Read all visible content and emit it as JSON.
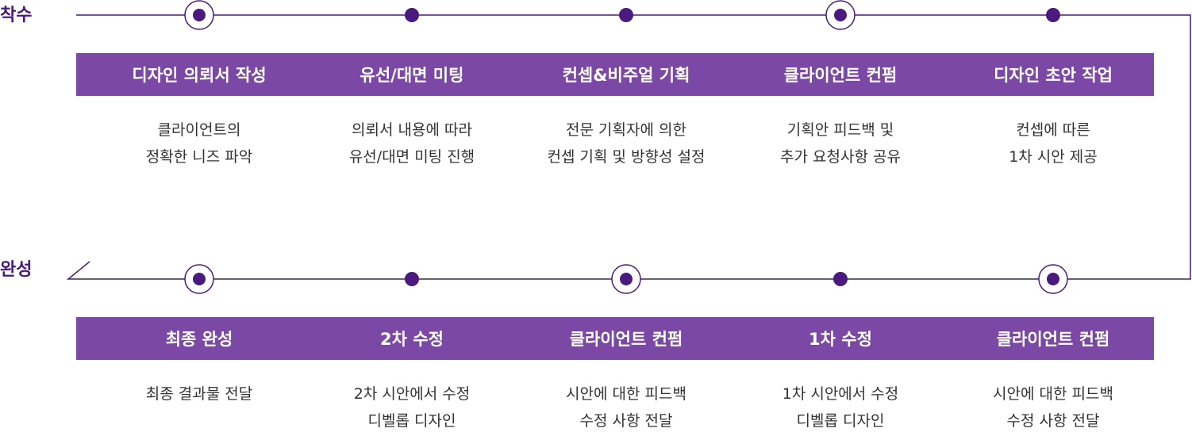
{
  "start_label": "착수",
  "end_label": "완성",
  "colors": {
    "line": "#4a1a7e",
    "bar": "#7c48a5",
    "dot": "#4a1a7e"
  },
  "row1": [
    {
      "title": "디자인 의뢰서 작성",
      "lines": [
        "클라이언트의",
        "정확한 니즈 파악"
      ],
      "node": "ring"
    },
    {
      "title": "유선/대면 미팅",
      "lines": [
        "의뢰서 내용에 따라",
        "유선/대면 미팅 진행"
      ],
      "node": "dot"
    },
    {
      "title": "컨셉&비주얼 기획",
      "lines": [
        "전문 기획자에 의한",
        "컨셉 기획 및 방향성 설정"
      ],
      "node": "dot"
    },
    {
      "title": "클라이언트 컨펌",
      "lines": [
        "기획안 피드백 및",
        "추가 요청사항 공유"
      ],
      "node": "ring"
    },
    {
      "title": "디자인 초안 작업",
      "lines": [
        "컨셉에 따른",
        "1차 시안 제공"
      ],
      "node": "dot"
    }
  ],
  "row2": [
    {
      "title": "최종 완성",
      "lines": [
        "최종 결과물 전달"
      ],
      "node": "ring"
    },
    {
      "title": "2차 수정",
      "lines": [
        "2차 시안에서 수정",
        "디벨롭 디자인"
      ],
      "node": "dot"
    },
    {
      "title": "클라이언트 컨펌",
      "lines": [
        "시안에 대한 피드백",
        "수정 사항 전달"
      ],
      "node": "ring"
    },
    {
      "title": "1차 수정",
      "lines": [
        "1차 시안에서 수정",
        "디벨롭 디자인"
      ],
      "node": "dot"
    },
    {
      "title": "클라이언트 컨펌",
      "lines": [
        "시안에 대한 피드백",
        "수정 사항 전달"
      ],
      "node": "ring"
    }
  ]
}
